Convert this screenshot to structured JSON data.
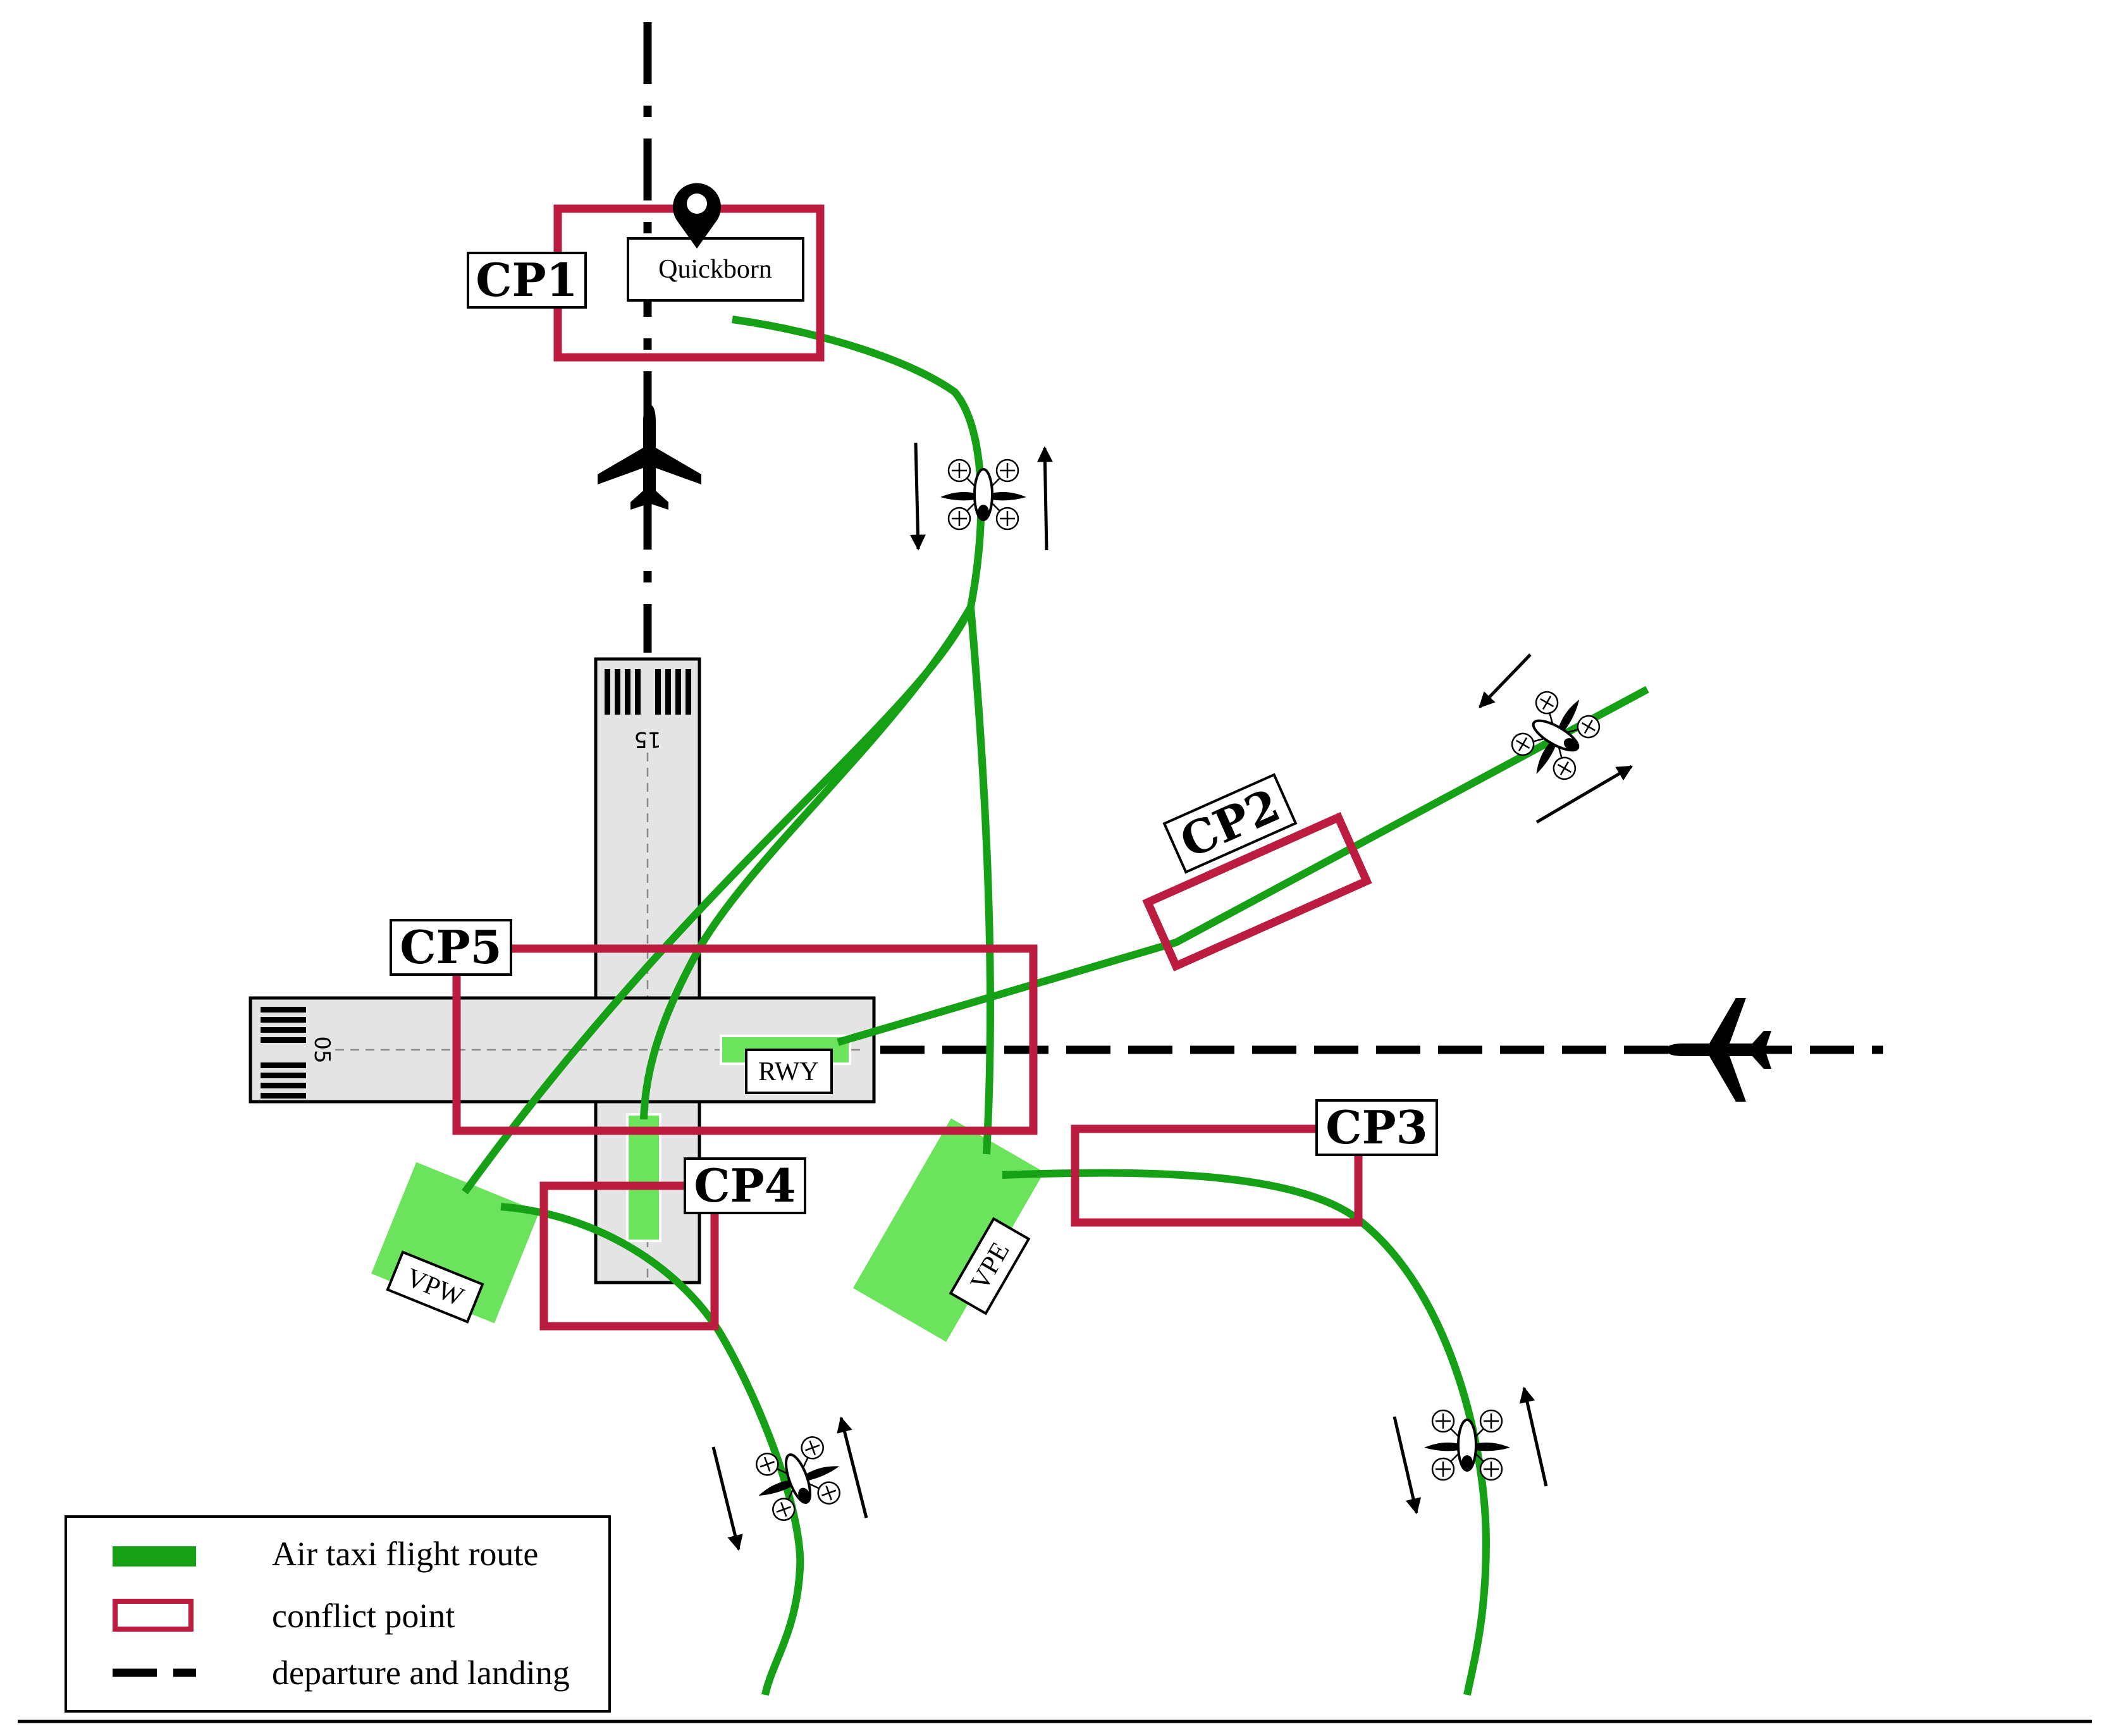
{
  "conflict_points": {
    "cp1": "CP1",
    "cp2": "CP2",
    "cp3": "CP3",
    "cp4": "CP4",
    "cp5": "CP5"
  },
  "places": {
    "quickborn": "Quickborn",
    "rwy": "RWY",
    "vpw": "VPW",
    "vpe": "VPE"
  },
  "runways": {
    "runway_15": "15",
    "runway_05": "05"
  },
  "legend": {
    "route": "Air taxi flight route",
    "conflict": "conflict point",
    "departure": "departure and landing"
  },
  "colors": {
    "route": "#16a016",
    "conflict": "#bb1c40",
    "pad": "#6ce35c",
    "runway": "#e4e4e4"
  },
  "icons": [
    "location-pin-icon",
    "airplane-icon",
    "air-taxi-icon",
    "direction-arrow-icon"
  ]
}
